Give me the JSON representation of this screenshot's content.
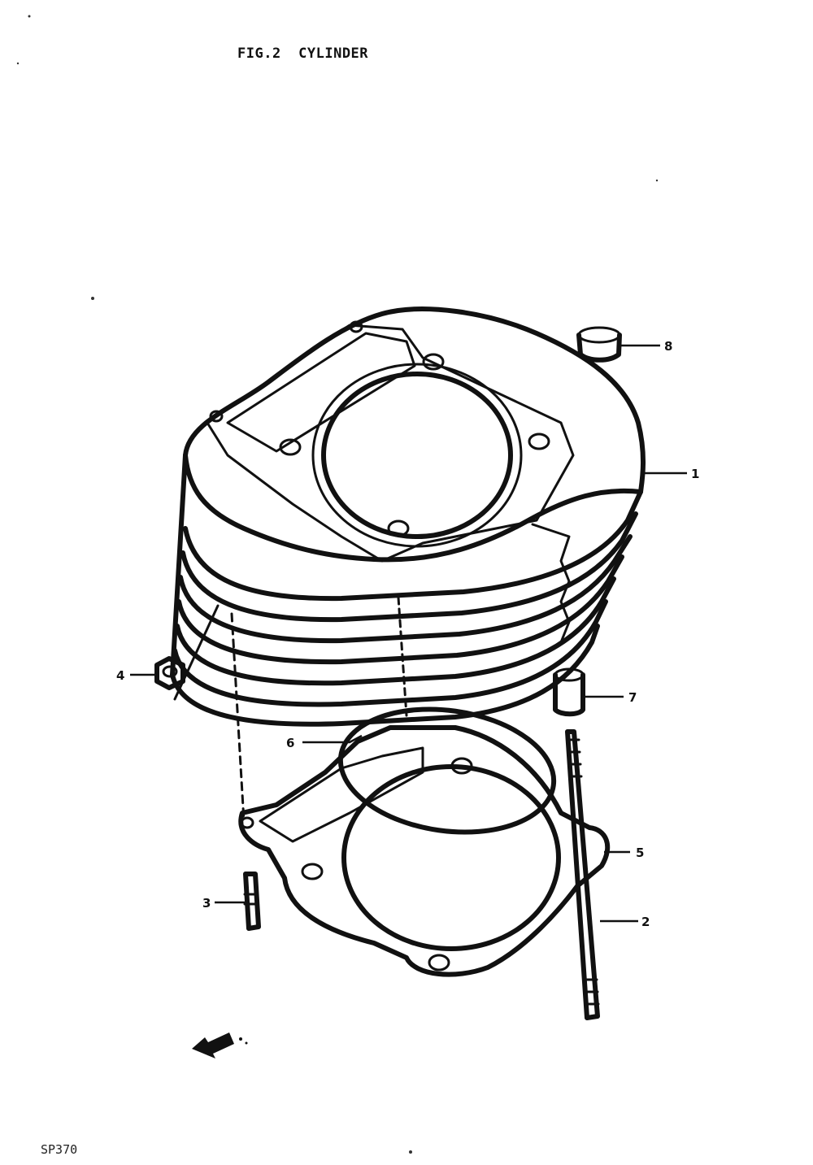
{
  "header": {
    "title": "FIG.2  CYLINDER"
  },
  "callouts": [
    {
      "id": "1",
      "label": "1"
    },
    {
      "id": "2",
      "label": "2"
    },
    {
      "id": "3",
      "label": "3"
    },
    {
      "id": "4",
      "label": "4"
    },
    {
      "id": "5",
      "label": "5"
    },
    {
      "id": "6",
      "label": "6"
    },
    {
      "id": "7",
      "label": "7"
    },
    {
      "id": "8",
      "label": "8"
    }
  ],
  "footer": {
    "code": "SP370"
  },
  "colors": {
    "ink": "#111111",
    "paper": "#ffffff"
  },
  "icons": {
    "direction_arrow": "front-arrow-icon"
  }
}
